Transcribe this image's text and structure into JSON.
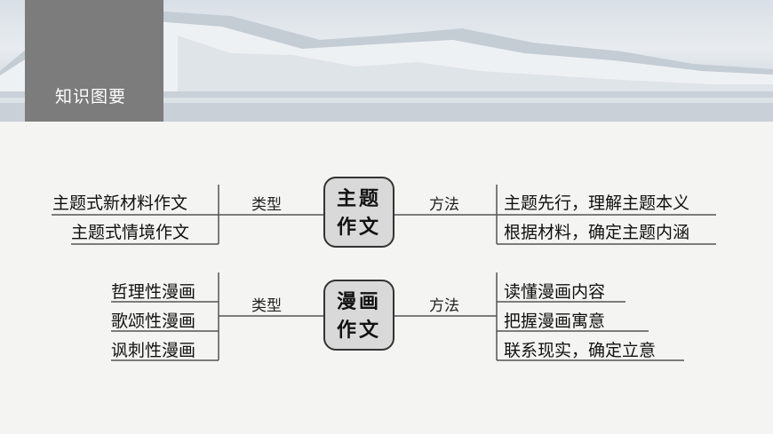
{
  "header": {
    "title": "知识图要"
  },
  "groups": [
    {
      "node": {
        "line1": "主题",
        "line2": "作文"
      },
      "left_label": "类型",
      "right_label": "方法",
      "left_items": [
        "主题式新材料作文",
        "主题式情境作文"
      ],
      "right_items": [
        "主题先行，理解主题本义",
        "根据材料，确定主题内涵"
      ]
    },
    {
      "node": {
        "line1": "漫画",
        "line2": "作文"
      },
      "left_label": "类型",
      "right_label": "方法",
      "left_items": [
        "哲理性漫画",
        "歌颂性漫画",
        "讽刺性漫画"
      ],
      "right_items": [
        "读懂漫画内容",
        "把握漫画寓意",
        "联系现实，确定立意"
      ]
    }
  ]
}
